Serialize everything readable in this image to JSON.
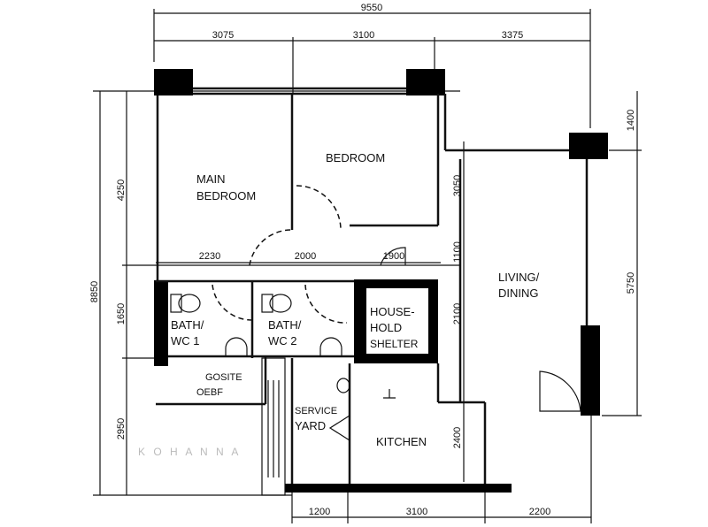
{
  "dimensions": {
    "top_total": "9550",
    "top_segments": [
      "3075",
      "3100",
      "3375"
    ],
    "left_total": "8850",
    "left_segments": [
      "4250",
      "1650",
      "2950"
    ],
    "right_segments": [
      "1400",
      "5750"
    ],
    "middle_vertical": [
      "3050",
      "1100",
      "2100",
      "2400"
    ],
    "internal_horizontal": [
      "2230",
      "2000",
      "1900"
    ],
    "bottom_segments": [
      "1200",
      "3100",
      "2200"
    ]
  },
  "rooms": {
    "main_bedroom": [
      "MAIN",
      "BEDROOM"
    ],
    "bedroom": "BEDROOM",
    "living_dining": [
      "LIVING/",
      "DINING"
    ],
    "bath1": [
      "BATH/",
      "WC 1"
    ],
    "bath2": [
      "BATH/",
      "WC 2"
    ],
    "household_shelter": [
      "HOUSE-",
      "HOLD",
      "SHELTER"
    ],
    "service_yard": [
      "SERVICE",
      "YARD"
    ],
    "kitchen": "KITCHEN",
    "duct": [
      "GOSITE",
      "OEBF"
    ]
  },
  "watermark": "K O H A N N A"
}
